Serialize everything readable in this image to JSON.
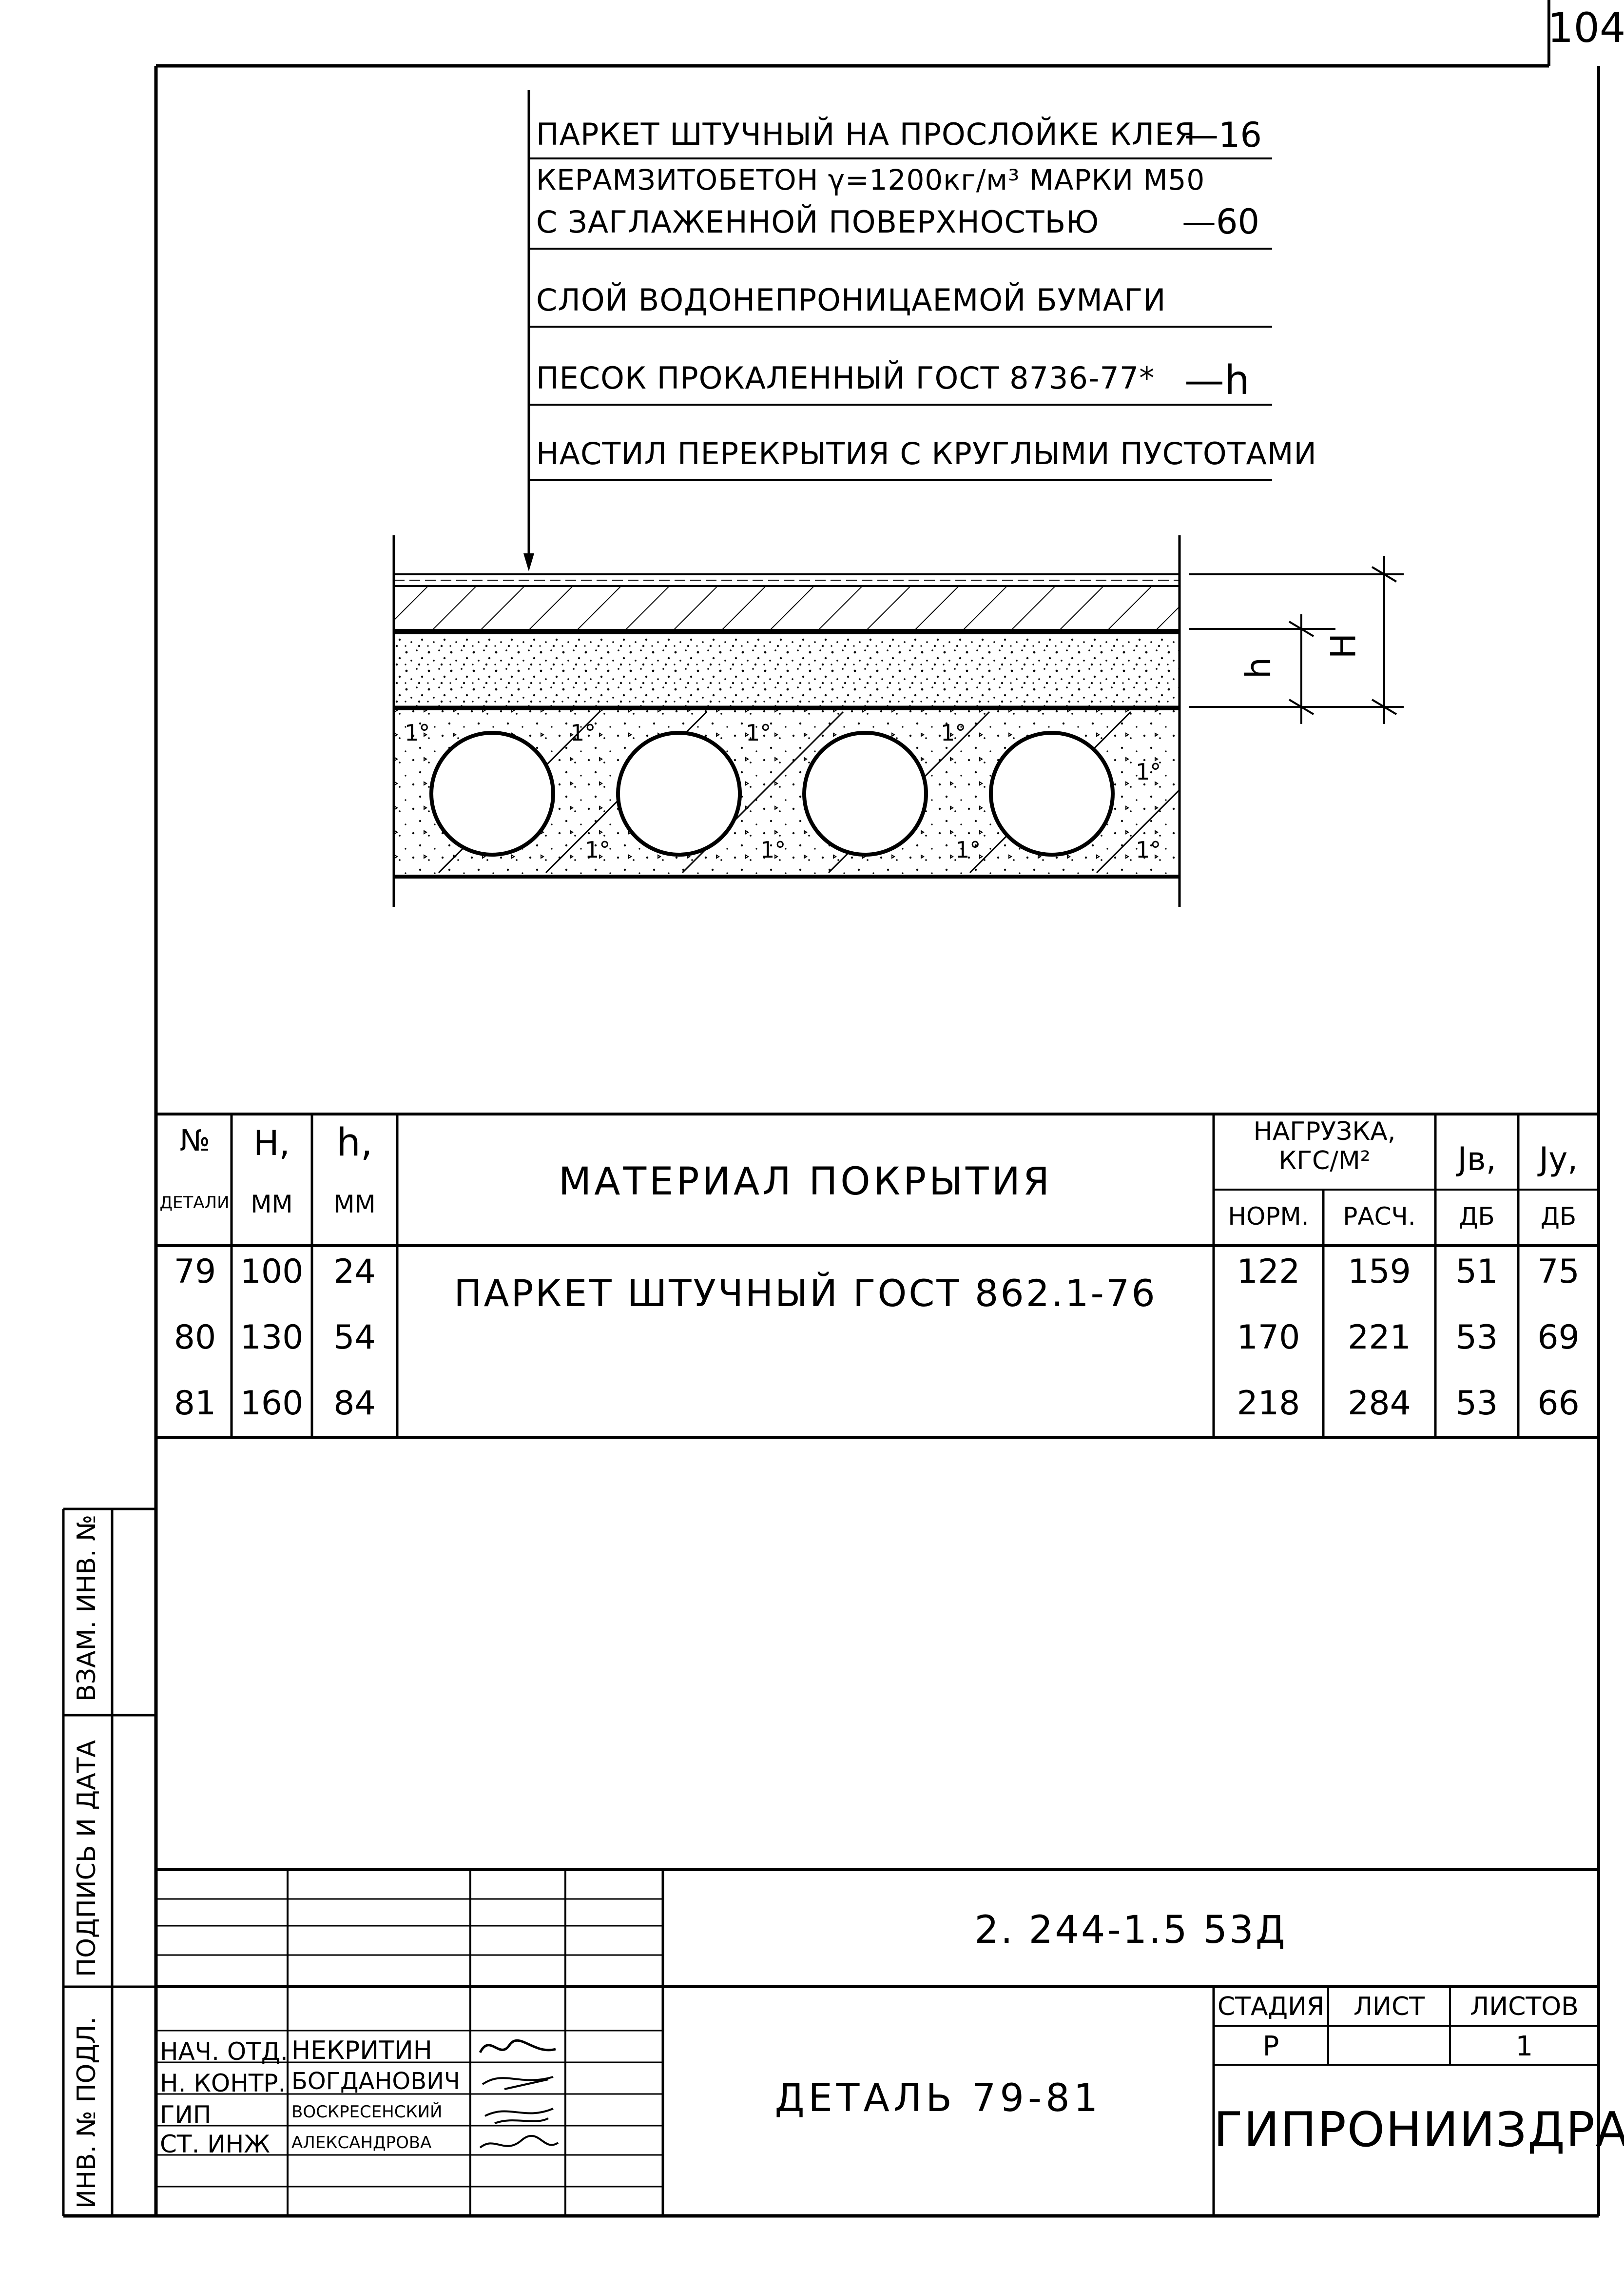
{
  "page_number": "104",
  "layers": [
    {
      "label": "ПАРКЕТ ШТУЧНЫЙ НА ПРОСЛОЙКЕ КЛЕЯ",
      "value": "—16"
    },
    {
      "label": "КЕРАМЗИТОБЕТОН γ=1200кг/м³ МАРКИ М50",
      "value": ""
    },
    {
      "label": "С ЗАГЛАЖЕННОЙ ПОВЕРХНОСТЬЮ",
      "value": "—60"
    },
    {
      "label": "СЛОЙ ВОДОНЕПРОНИЦАЕМОЙ БУМАГИ",
      "value": ""
    },
    {
      "label": "ПЕСОК ПРОКАЛЕННЫЙ ГОСТ 8736-77*",
      "value": "—h"
    },
    {
      "label": "НАСТИЛ ПЕРЕКРЫТИЯ С КРУГЛЫМИ ПУСТОТАМИ",
      "value": ""
    }
  ],
  "section": {
    "dim_h": "h",
    "dim_H": "H",
    "slab_marks": [
      "1°",
      "1°",
      "1°",
      "1°",
      "1°",
      "1°",
      "1°",
      "1°",
      "1°"
    ]
  },
  "table": {
    "headers": {
      "detail_no_top": "№",
      "detail_no_bottom": "ДЕТАЛИ",
      "H_top": "Н,",
      "H_bottom": "ММ",
      "h_top": "h,",
      "h_bottom": "ММ",
      "material": "МАТЕРИАЛ ПОКРЫТИЯ",
      "load_line1": "НАГРУЗКА,",
      "load_line2": "КГС/М²",
      "norm": "НОРМ.",
      "calc": "РАСЧ.",
      "jv": "Jв,",
      "jv_unit": "ДБ",
      "jy": "Jу,",
      "jy_unit": "ДБ"
    },
    "material_text": "ПАРКЕТ ШТУЧНЫЙ ГОСТ 862.1-76",
    "rows": [
      {
        "no": "79",
        "H": "100",
        "h": "24",
        "norm": "122",
        "calc": "159",
        "jv": "51",
        "jy": "75"
      },
      {
        "no": "80",
        "H": "130",
        "h": "54",
        "norm": "170",
        "calc": "221",
        "jv": "53",
        "jy": "69"
      },
      {
        "no": "81",
        "H": "160",
        "h": "84",
        "norm": "218",
        "calc": "284",
        "jv": "53",
        "jy": "66"
      }
    ]
  },
  "side_labels": {
    "inv_sub": "ВЗАМ. ИНВ. №",
    "sign_date": "ПОДПИСЬ И ДАТА",
    "inv_orig": "ИНВ. № ПОДЛ."
  },
  "title_block": {
    "code": "2. 244-1.5 53Д",
    "title": "ДЕТАЛЬ 79-81",
    "stage_label": "СТАДИЯ",
    "sheet_label": "ЛИСТ",
    "sheets_label": "ЛИСТОВ",
    "stage_value": "Р",
    "sheet_value": "",
    "sheets_value": "1",
    "org": "ГИПРОНИИЗДРАВ",
    "staff": [
      {
        "role": "НАЧ. ОТД.",
        "name": "НЕКРИТИН"
      },
      {
        "role": "Н. КОНТР.",
        "name": "БОГДАНОВИЧ"
      },
      {
        "role": "ГИП",
        "name": "ВОСКРЕСЕНСКИЙ"
      },
      {
        "role": "СТ. ИНЖ",
        "name": "АЛЕКСАНДРОВА"
      }
    ]
  }
}
